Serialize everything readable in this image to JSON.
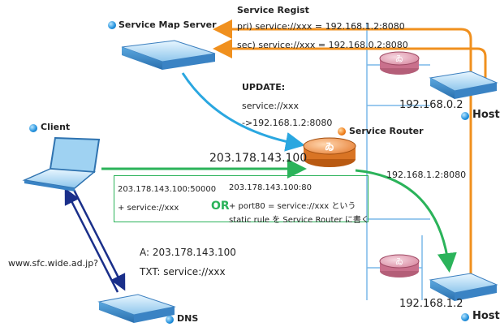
{
  "nodes": {
    "service_map_server": "Service Map Server",
    "client": "Client",
    "dns": "DNS",
    "service_router": "Service Router",
    "host_top": "Host",
    "host_bottom": "Host"
  },
  "service_regist": {
    "title": "Service Regist",
    "pri": "pri) service://xxx = 192.168.1.2:8080",
    "sec": "sec) service://xxx = 192.168.0.2:8080"
  },
  "update": {
    "title": "UPDATE:",
    "line1": "service://xxx",
    "line2": "->192.168.1.2:8080"
  },
  "addresses": {
    "router_public": "203.178.143.100",
    "host_top_ip": "192.168.0.2",
    "host_bottom_ip": "192.168.1.2",
    "forward_target": "192.168.1.2:8080"
  },
  "request_box": {
    "line1": "203.178.143.100:50000",
    "line2": "+ service://xxx"
  },
  "alt_box": {
    "or_label": "OR",
    "line1": "203.178.143.100:80",
    "line2": "+ port80 = service://xxx という",
    "line3": "static rule を Service Router に書く"
  },
  "dns_query": {
    "name": "www.sfc.wide.ad.jp?",
    "answer_a": "A: 203.178.143.100",
    "answer_txt": "TXT: service://xxx"
  },
  "colors": {
    "orange_arrow": "#f0901e",
    "blue_arrow": "#2aa7e0",
    "green_arrow": "#2bb35a",
    "navy_arrow": "#1a2f8a",
    "net_line": "#7ab8e8"
  }
}
